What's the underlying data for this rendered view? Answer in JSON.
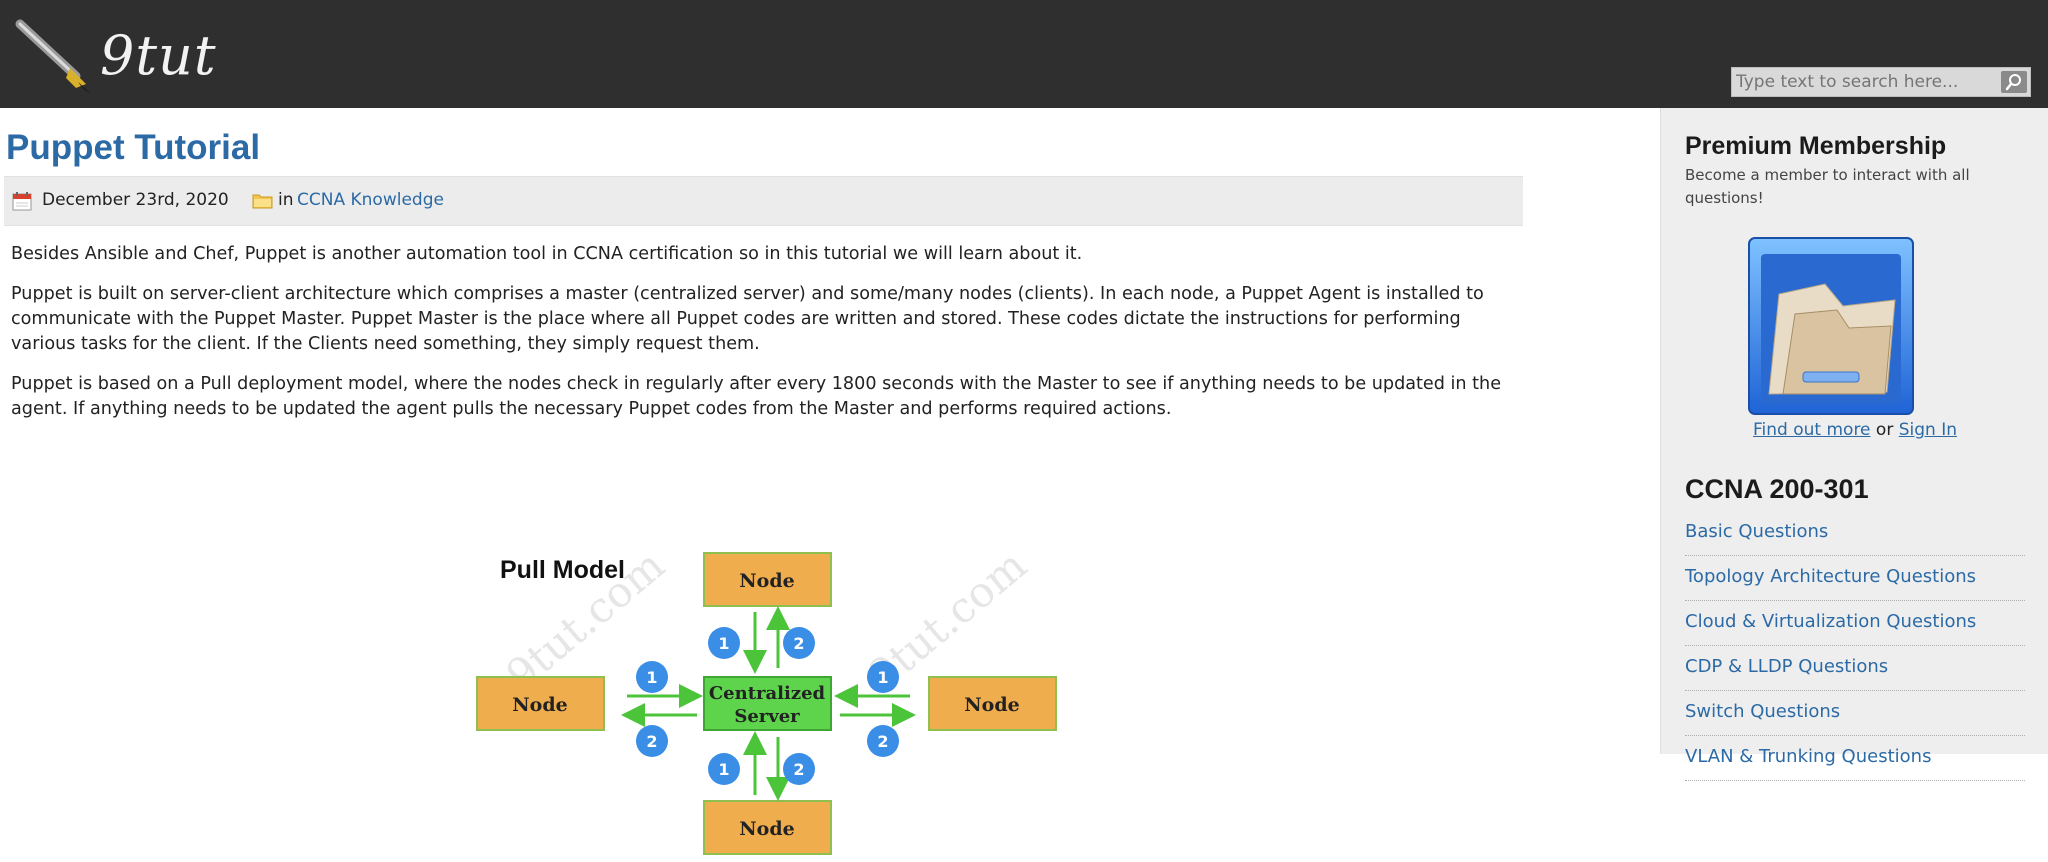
{
  "site": {
    "logo_text": "9tut"
  },
  "search": {
    "placeholder": "Type text to search here..."
  },
  "post": {
    "title": "Puppet Tutorial",
    "date": "December 23rd, 2020",
    "in_label": "in",
    "category": "CCNA Knowledge",
    "paragraphs": [
      "Besides Ansible and Chef, Puppet is another automation tool in CCNA certification so in this tutorial we will learn about it.",
      "Puppet is built on server-client architecture which comprises a master (centralized server) and some/many nodes (clients). In each node, a Puppet Agent is installed to communicate with the Puppet Master. Puppet Master is the place where all Puppet codes are written and stored. These codes dictate the instructions for performing various tasks for the client. If the Clients need something, they simply request them.",
      "Puppet is based on a Pull deployment model, where the nodes check in regularly after every 1800 seconds with the Master to see if anything needs to be updated in the agent. If anything needs to be updated the agent pulls the necessary Puppet codes from the Master and performs required actions."
    ]
  },
  "diagram": {
    "title": "Pull Model",
    "center_line1": "Centralized",
    "center_line2": "Server",
    "node_label": "Node",
    "badge_1": "1",
    "badge_2": "2",
    "watermark": "9tut.com",
    "colors": {
      "node": "#f0ad4e",
      "center": "#5dd44c",
      "arrow": "#4cc43a",
      "badge": "#3a8ee6"
    }
  },
  "sidebar": {
    "premium_title": "Premium Membership",
    "premium_desc": "Become a member to interact with all questions!",
    "find_out_more": "Find out more",
    "or_label": "or",
    "sign_in": "Sign In",
    "ccna_title": "CCNA 200-301",
    "links": [
      "Basic Questions",
      "Topology Architecture Questions",
      "Cloud & Virtualization Questions",
      "CDP & LLDP Questions",
      "Switch Questions",
      "VLAN & Trunking Questions"
    ]
  }
}
